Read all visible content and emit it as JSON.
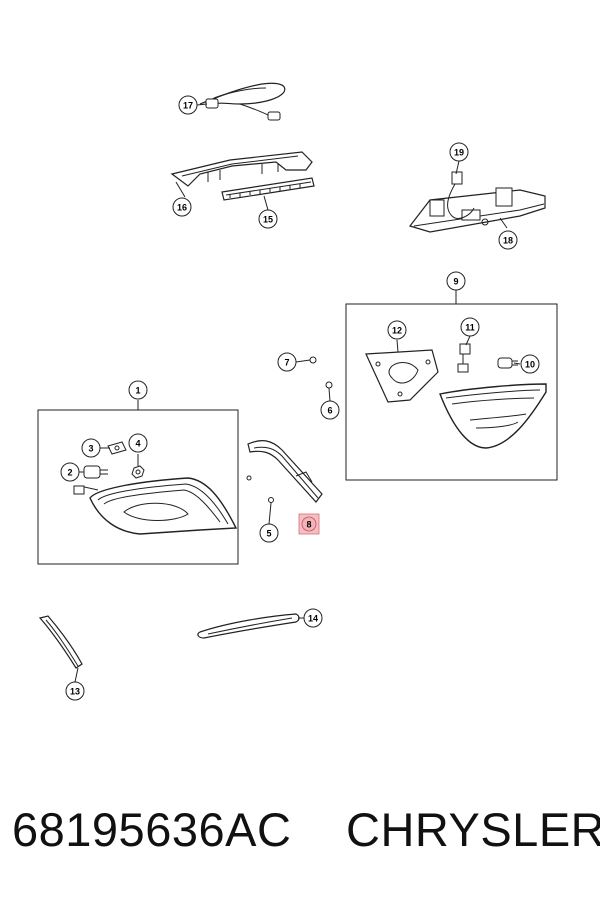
{
  "footer": {
    "part_number": "68195636AC",
    "brand": "CHRYSLER"
  },
  "callouts": [
    "1",
    "2",
    "3",
    "4",
    "5",
    "6",
    "7",
    "8",
    "9",
    "10",
    "11",
    "12",
    "13",
    "14",
    "15",
    "16",
    "17",
    "18",
    "19"
  ],
  "colors": {
    "highlight": "#f3b3b8",
    "highlight_stroke": "#d9545f",
    "line": "#222222"
  }
}
